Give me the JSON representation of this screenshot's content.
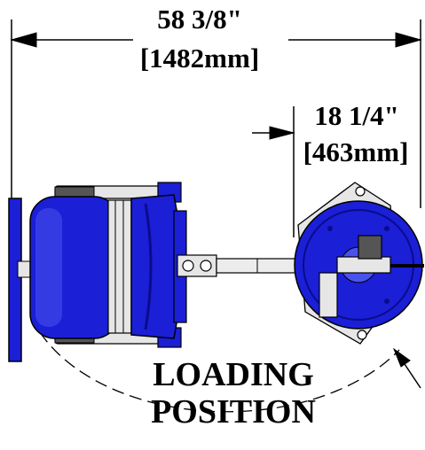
{
  "dimensions": {
    "overall": {
      "imperial": "58 3/8\"",
      "metric": "[1482mm]"
    },
    "offset": {
      "imperial": "18 1/4\"",
      "metric": "[463mm]"
    }
  },
  "label": {
    "line1": "LOADING",
    "line2": "POSITION"
  },
  "colors": {
    "body_blue": "#1b1fd6",
    "dark_blue": "#0a0c8a",
    "light_blue": "#4a52ee",
    "outline": "#000000",
    "frame_gray": "#d9d9d9",
    "bracket_gray": "#e6e6e6"
  }
}
